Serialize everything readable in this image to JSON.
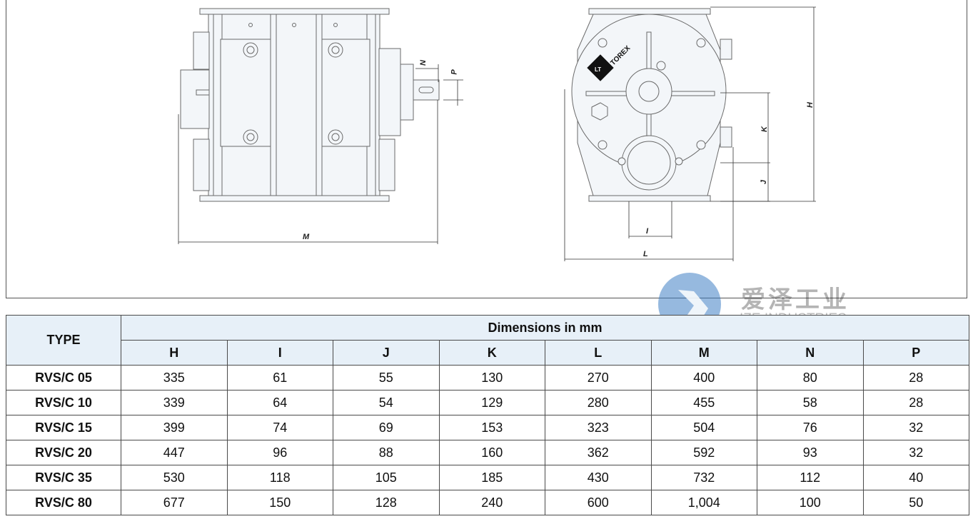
{
  "drawing": {
    "logo_text": "TOREX",
    "logo_mark": "LT",
    "dimension_labels": {
      "M": "M",
      "N": "N",
      "P": "P",
      "H": "H",
      "K": "K",
      "J": "J",
      "I": "I",
      "L": "L"
    }
  },
  "watermark": {
    "chinese": "爱泽工业",
    "english": "IZE INDUSTRIES",
    "logo_icon": "ize-logo-icon",
    "color": "#3f7fc4"
  },
  "table": {
    "type_header": "TYPE",
    "group_header": "Dimensions in mm",
    "columns": [
      "H",
      "I",
      "J",
      "K",
      "L",
      "M",
      "N",
      "P"
    ],
    "rows": [
      {
        "type": "RVS/C 05",
        "values": [
          "335",
          "61",
          "55",
          "130",
          "270",
          "400",
          "80",
          "28"
        ]
      },
      {
        "type": "RVS/C 10",
        "values": [
          "339",
          "64",
          "54",
          "129",
          "280",
          "455",
          "58",
          "28"
        ]
      },
      {
        "type": "RVS/C 15",
        "values": [
          "399",
          "74",
          "69",
          "153",
          "323",
          "504",
          "76",
          "32"
        ]
      },
      {
        "type": "RVS/C 20",
        "values": [
          "447",
          "96",
          "88",
          "160",
          "362",
          "592",
          "93",
          "32"
        ]
      },
      {
        "type": "RVS/C 35",
        "values": [
          "530",
          "118",
          "105",
          "185",
          "430",
          "732",
          "112",
          "40"
        ]
      },
      {
        "type": "RVS/C 80",
        "values": [
          "677",
          "150",
          "128",
          "240",
          "600",
          "1,004",
          "100",
          "50"
        ]
      }
    ],
    "header_bg": "#e7f0f8"
  }
}
